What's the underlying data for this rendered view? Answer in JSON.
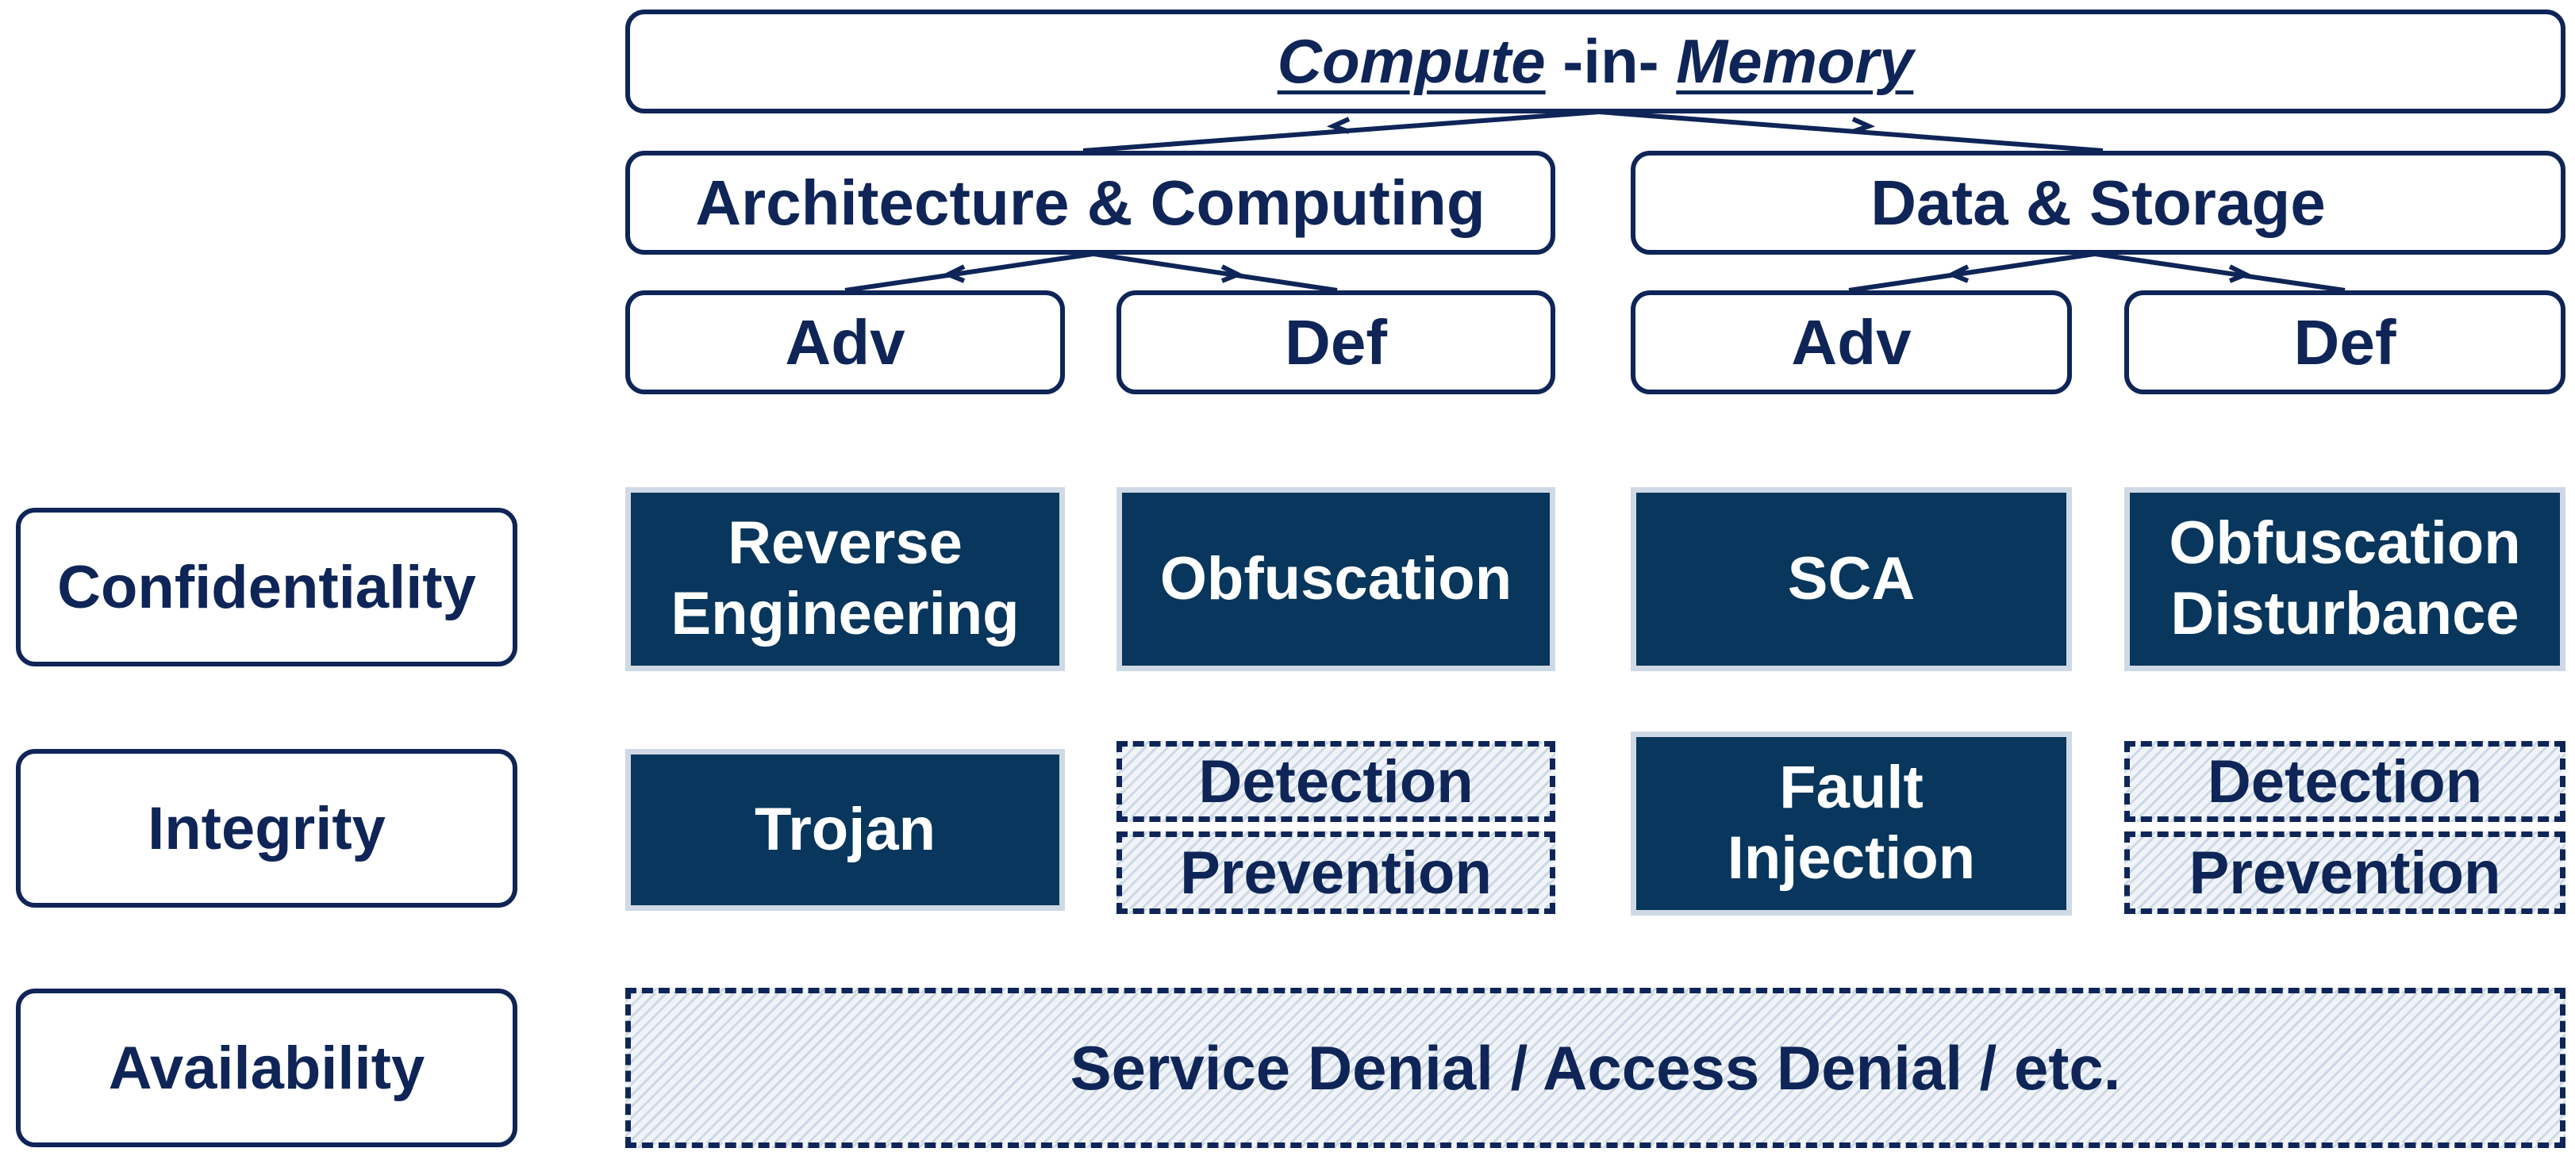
{
  "top": {
    "word1": "Compute",
    "middle": " -in- ",
    "word2": "Memory"
  },
  "branches": [
    {
      "label": "Architecture & Computing",
      "adv": "Adv",
      "def": "Def"
    },
    {
      "label": "Data & Storage",
      "adv": "Adv",
      "def": "Def"
    }
  ],
  "rows": {
    "confidentiality": {
      "label": "Confidentiality",
      "arch_adv": [
        "Reverse",
        "Engineering"
      ],
      "arch_def": "Obfuscation",
      "data_adv": "SCA",
      "data_def": [
        "Obfuscation",
        "Disturbance"
      ]
    },
    "integrity": {
      "label": "Integrity",
      "arch_adv": "Trojan",
      "arch_def": [
        "Detection",
        "Prevention"
      ],
      "data_adv": [
        "Fault",
        "Injection"
      ],
      "data_def": [
        "Detection",
        "Prevention"
      ]
    },
    "availability": {
      "label": "Availability",
      "all": "Service Denial / Access Denial / etc."
    }
  },
  "colors": {
    "navy": "#0f2557",
    "solid_fill": "#08365c",
    "solid_border": "#cfd9e6",
    "hatch_bg": "#f0f4f8"
  }
}
